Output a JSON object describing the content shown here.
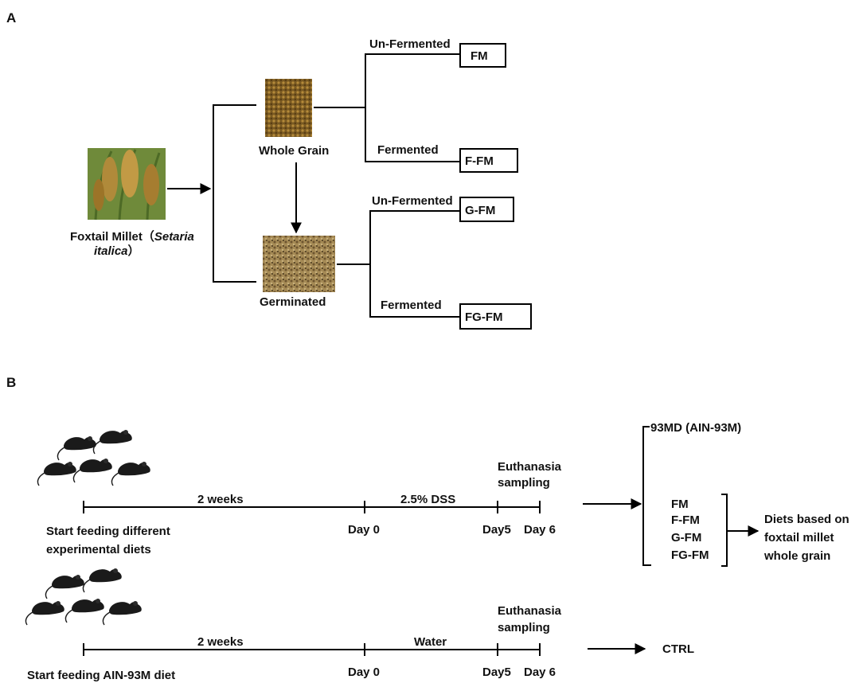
{
  "panel_a": {
    "label": "A",
    "source": "Foxtail Millet（",
    "source_latin_1": "Setaria",
    "source_latin_2": "italica",
    "source_close": "）",
    "whole_grain": "Whole Grain",
    "germinated": "Germinated",
    "unfermented_1": "Un-Fermented",
    "fermented_1": "Fermented",
    "unfermented_2": "Un-Fermented",
    "fermented_2": "Fermented",
    "box_fm": "FM",
    "box_ffm": "F-FM",
    "box_gfm": "G-FM",
    "box_fgfm": "FG-FM"
  },
  "panel_b": {
    "label": "B",
    "timeline1": {
      "period1": "2 weeks",
      "period2": "2.5% DSS",
      "end_1": "Euthanasia",
      "end_2": "sampling",
      "start_1": "Start feeding different",
      "start_2": "experimental diets",
      "day0": "Day 0",
      "day5": "Day5",
      "day6": "Day 6"
    },
    "timeline2": {
      "period1": "2 weeks",
      "period2": "Water",
      "end_1": "Euthanasia",
      "end_2": "sampling",
      "start": "Start feeding AIN-93M diet",
      "day0": "Day 0",
      "day5": "Day5",
      "day6": "Day 6"
    },
    "diet_control": "93MD (AIN-93M)",
    "diets": [
      "FM",
      "F-FM",
      "G-FM",
      "FG-FM"
    ],
    "diets_note_1": "Diets based on",
    "diets_note_2": "foxtail millet",
    "diets_note_3": "whole grain",
    "ctrl": "CTRL"
  },
  "colors": {
    "millet_plant": "#9a7a2a",
    "whole_grain": "#8b6a2c",
    "germinated": "#a58a55",
    "mouse": "#1a1a1a"
  }
}
